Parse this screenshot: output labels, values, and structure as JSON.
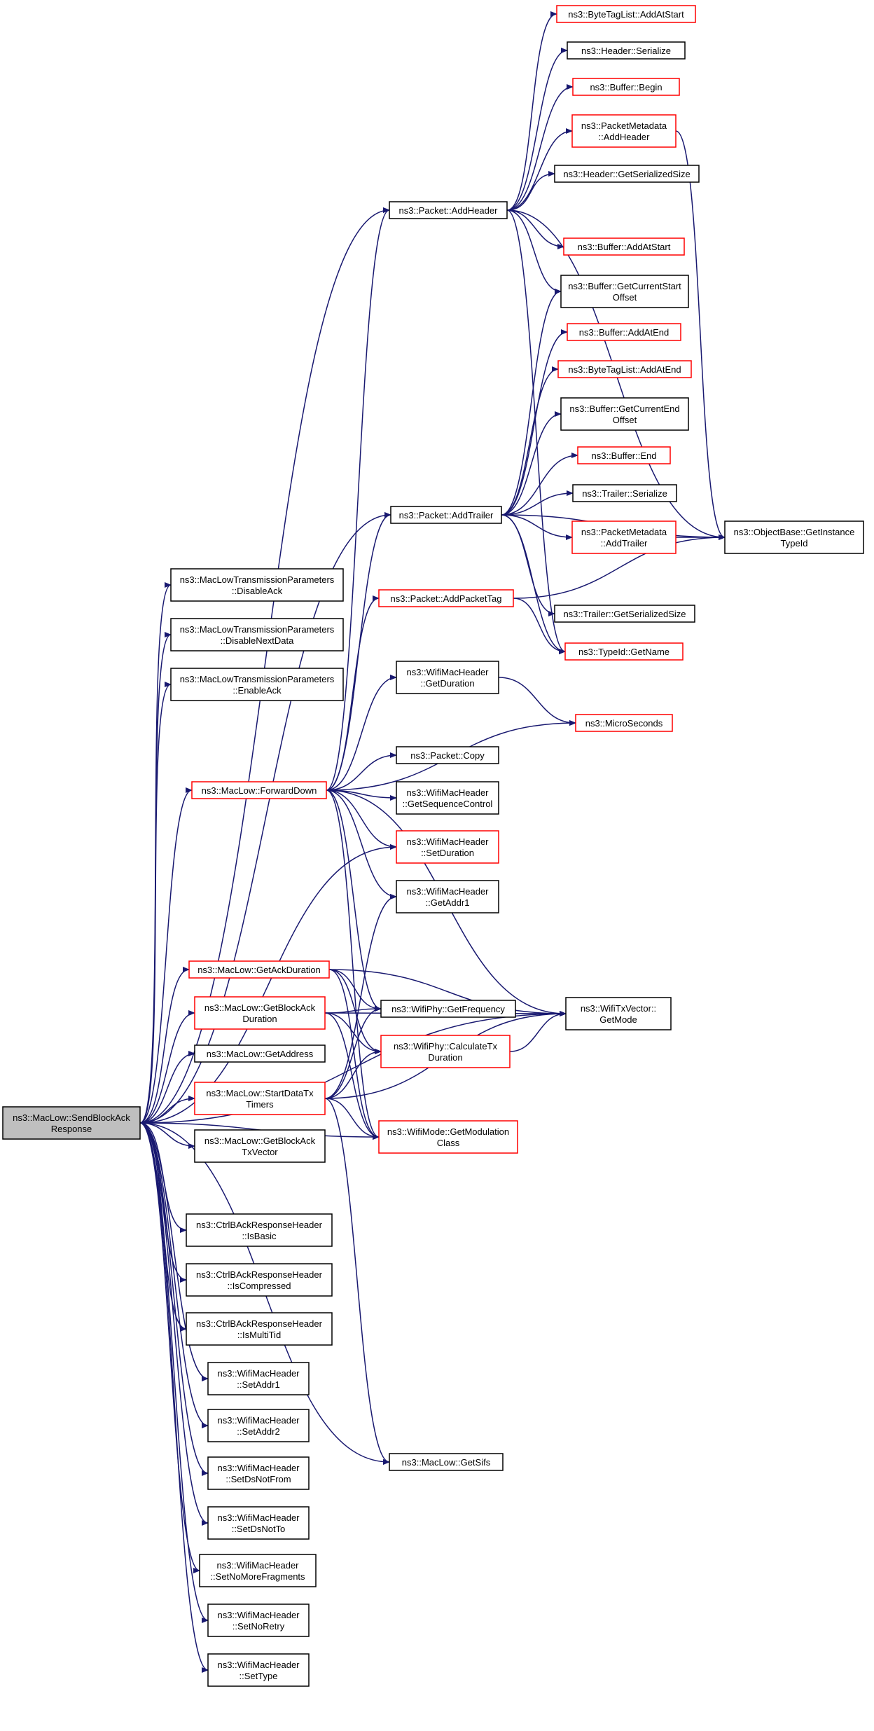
{
  "graph": {
    "edge_color": "#191970",
    "root_fill": "#bfbfbf",
    "linked_border": "#000000",
    "truncated_border": "#ff0000",
    "nodes": {
      "root": {
        "lines": [
          "ns3::MacLow::SendBlockAck",
          "Response"
        ],
        "style": "root"
      },
      "addHeader": {
        "lines": [
          "ns3::Packet::AddHeader"
        ],
        "style": "black"
      },
      "addTrailer": {
        "lines": [
          "ns3::Packet::AddTrailer"
        ],
        "style": "black"
      },
      "addPacketTag": {
        "lines": [
          "ns3::Packet::AddPacketTag"
        ],
        "style": "red"
      },
      "disableAck": {
        "lines": [
          "ns3::MacLowTransmissionParameters",
          "::DisableAck"
        ],
        "style": "black"
      },
      "disableNextData": {
        "lines": [
          "ns3::MacLowTransmissionParameters",
          "::DisableNextData"
        ],
        "style": "black"
      },
      "enableAck": {
        "lines": [
          "ns3::MacLowTransmissionParameters",
          "::EnableAck"
        ],
        "style": "black"
      },
      "forwardDown": {
        "lines": [
          "ns3::MacLow::ForwardDown"
        ],
        "style": "red"
      },
      "getAckDuration": {
        "lines": [
          "ns3::MacLow::GetAckDuration"
        ],
        "style": "red"
      },
      "getBlockAckDuration": {
        "lines": [
          "ns3::MacLow::GetBlockAck",
          "Duration"
        ],
        "style": "red"
      },
      "getAddress": {
        "lines": [
          "ns3::MacLow::GetAddress"
        ],
        "style": "black"
      },
      "startDataTxTimers": {
        "lines": [
          "ns3::MacLow::StartDataTx",
          "Timers"
        ],
        "style": "red"
      },
      "getBlockAckTxVector": {
        "lines": [
          "ns3::MacLow::GetBlockAck",
          "TxVector"
        ],
        "style": "black"
      },
      "isBasic": {
        "lines": [
          "ns3::CtrlBAckResponseHeader",
          "::IsBasic"
        ],
        "style": "black"
      },
      "isCompressed": {
        "lines": [
          "ns3::CtrlBAckResponseHeader",
          "::IsCompressed"
        ],
        "style": "black"
      },
      "isMultiTid": {
        "lines": [
          "ns3::CtrlBAckResponseHeader",
          "::IsMultiTid"
        ],
        "style": "black"
      },
      "setAddr1": {
        "lines": [
          "ns3::WifiMacHeader",
          "::SetAddr1"
        ],
        "style": "black"
      },
      "setAddr2": {
        "lines": [
          "ns3::WifiMacHeader",
          "::SetAddr2"
        ],
        "style": "black"
      },
      "setDsNotFrom": {
        "lines": [
          "ns3::WifiMacHeader",
          "::SetDsNotFrom"
        ],
        "style": "black"
      },
      "setDsNotTo": {
        "lines": [
          "ns3::WifiMacHeader",
          "::SetDsNotTo"
        ],
        "style": "black"
      },
      "setNoMoreFragments": {
        "lines": [
          "ns3::WifiMacHeader",
          "::SetNoMoreFragments"
        ],
        "style": "black"
      },
      "setNoRetry": {
        "lines": [
          "ns3::WifiMacHeader",
          "::SetNoRetry"
        ],
        "style": "black"
      },
      "setType": {
        "lines": [
          "ns3::WifiMacHeader",
          "::SetType"
        ],
        "style": "black"
      },
      "getSifs": {
        "lines": [
          "ns3::MacLow::GetSifs"
        ],
        "style": "black"
      },
      "byteTagAddAtStart": {
        "lines": [
          "ns3::ByteTagList::AddAtStart"
        ],
        "style": "red"
      },
      "headerSerialize": {
        "lines": [
          "ns3::Header::Serialize"
        ],
        "style": "black"
      },
      "bufferBegin": {
        "lines": [
          "ns3::Buffer::Begin"
        ],
        "style": "red"
      },
      "metaAddHeader": {
        "lines": [
          "ns3::PacketMetadata",
          "::AddHeader"
        ],
        "style": "red"
      },
      "headerGetSerializedSize": {
        "lines": [
          "ns3::Header::GetSerializedSize"
        ],
        "style": "black"
      },
      "bufferAddAtStart": {
        "lines": [
          "ns3::Buffer::AddAtStart"
        ],
        "style": "red"
      },
      "bufferGetCurrentStartOffset": {
        "lines": [
          "ns3::Buffer::GetCurrentStart",
          "Offset"
        ],
        "style": "black"
      },
      "bufferAddAtEnd": {
        "lines": [
          "ns3::Buffer::AddAtEnd"
        ],
        "style": "red"
      },
      "byteTagAddAtEnd": {
        "lines": [
          "ns3::ByteTagList::AddAtEnd"
        ],
        "style": "red"
      },
      "bufferGetCurrentEndOffset": {
        "lines": [
          "ns3::Buffer::GetCurrentEnd",
          "Offset"
        ],
        "style": "black"
      },
      "bufferEnd": {
        "lines": [
          "ns3::Buffer::End"
        ],
        "style": "red"
      },
      "trailerSerialize": {
        "lines": [
          "ns3::Trailer::Serialize"
        ],
        "style": "black"
      },
      "metaAddTrailer": {
        "lines": [
          "ns3::PacketMetadata",
          "::AddTrailer"
        ],
        "style": "red"
      },
      "objectBaseGetInstanceTypeId": {
        "lines": [
          "ns3::ObjectBase::GetInstance",
          "TypeId"
        ],
        "style": "black"
      },
      "trailerGetSerializedSize": {
        "lines": [
          "ns3::Trailer::GetSerializedSize"
        ],
        "style": "black"
      },
      "typeIdGetName": {
        "lines": [
          "ns3::TypeId::GetName"
        ],
        "style": "red"
      },
      "getDuration": {
        "lines": [
          "ns3::WifiMacHeader",
          "::GetDuration"
        ],
        "style": "black"
      },
      "microSeconds": {
        "lines": [
          "ns3::MicroSeconds"
        ],
        "style": "red"
      },
      "packetCopy": {
        "lines": [
          "ns3::Packet::Copy"
        ],
        "style": "black"
      },
      "getSequenceControl": {
        "lines": [
          "ns3::WifiMacHeader",
          "::GetSequenceControl"
        ],
        "style": "black"
      },
      "setDuration": {
        "lines": [
          "ns3::WifiMacHeader",
          "::SetDuration"
        ],
        "style": "red"
      },
      "getAddr1": {
        "lines": [
          "ns3::WifiMacHeader",
          "::GetAddr1"
        ],
        "style": "black"
      },
      "getFrequency": {
        "lines": [
          "ns3::WifiPhy::GetFrequency"
        ],
        "style": "black"
      },
      "calculateTxDuration": {
        "lines": [
          "ns3::WifiPhy::CalculateTx",
          "Duration"
        ],
        "style": "red"
      },
      "getModulationClass": {
        "lines": [
          "ns3::WifiMode::GetModulation",
          "Class"
        ],
        "style": "red"
      },
      "txVectorGetMode": {
        "lines": [
          "ns3::WifiTxVector::",
          "GetMode"
        ],
        "style": "black"
      }
    },
    "edges": [
      [
        "root",
        "addHeader"
      ],
      [
        "root",
        "addTrailer"
      ],
      [
        "root",
        "disableAck"
      ],
      [
        "root",
        "disableNextData"
      ],
      [
        "root",
        "enableAck"
      ],
      [
        "root",
        "forwardDown"
      ],
      [
        "root",
        "setDuration"
      ],
      [
        "root",
        "txVectorGetMode"
      ],
      [
        "root",
        "getAckDuration"
      ],
      [
        "root",
        "getBlockAckDuration"
      ],
      [
        "root",
        "getAddress"
      ],
      [
        "root",
        "startDataTxTimers"
      ],
      [
        "root",
        "getBlockAckTxVector"
      ],
      [
        "root",
        "getModulationClass"
      ],
      [
        "root",
        "isBasic"
      ],
      [
        "root",
        "isCompressed"
      ],
      [
        "root",
        "isMultiTid"
      ],
      [
        "root",
        "setAddr1"
      ],
      [
        "root",
        "setAddr2"
      ],
      [
        "root",
        "setDsNotFrom"
      ],
      [
        "root",
        "setDsNotTo"
      ],
      [
        "root",
        "setNoMoreFragments"
      ],
      [
        "root",
        "setNoRetry"
      ],
      [
        "root",
        "setType"
      ],
      [
        "root",
        "getSifs"
      ],
      [
        "addHeader",
        "byteTagAddAtStart"
      ],
      [
        "addHeader",
        "headerSerialize"
      ],
      [
        "addHeader",
        "bufferBegin"
      ],
      [
        "addHeader",
        "metaAddHeader"
      ],
      [
        "addHeader",
        "headerGetSerializedSize"
      ],
      [
        "addHeader",
        "bufferAddAtStart"
      ],
      [
        "addHeader",
        "bufferGetCurrentStartOffset"
      ],
      [
        "addHeader",
        "objectBaseGetInstanceTypeId"
      ],
      [
        "addHeader",
        "typeIdGetName"
      ],
      [
        "metaAddHeader",
        "objectBaseGetInstanceTypeId"
      ],
      [
        "addTrailer",
        "bufferGetCurrentStartOffset"
      ],
      [
        "addTrailer",
        "bufferAddAtEnd"
      ],
      [
        "addTrailer",
        "byteTagAddAtEnd"
      ],
      [
        "addTrailer",
        "bufferGetCurrentEndOffset"
      ],
      [
        "addTrailer",
        "bufferEnd"
      ],
      [
        "addTrailer",
        "trailerSerialize"
      ],
      [
        "addTrailer",
        "metaAddTrailer"
      ],
      [
        "addTrailer",
        "objectBaseGetInstanceTypeId"
      ],
      [
        "addTrailer",
        "trailerGetSerializedSize"
      ],
      [
        "addTrailer",
        "typeIdGetName"
      ],
      [
        "metaAddTrailer",
        "objectBaseGetInstanceTypeId"
      ],
      [
        "addPacketTag",
        "typeIdGetName"
      ],
      [
        "addPacketTag",
        "objectBaseGetInstanceTypeId"
      ],
      [
        "getDuration",
        "microSeconds"
      ],
      [
        "forwardDown",
        "addHeader"
      ],
      [
        "forwardDown",
        "addTrailer"
      ],
      [
        "forwardDown",
        "addPacketTag"
      ],
      [
        "forwardDown",
        "getDuration"
      ],
      [
        "forwardDown",
        "microSeconds"
      ],
      [
        "forwardDown",
        "txVectorGetMode"
      ],
      [
        "forwardDown",
        "packetCopy"
      ],
      [
        "forwardDown",
        "getSequenceControl"
      ],
      [
        "forwardDown",
        "setDuration"
      ],
      [
        "forwardDown",
        "getAddr1"
      ],
      [
        "forwardDown",
        "getFrequency"
      ],
      [
        "forwardDown",
        "getModulationClass"
      ],
      [
        "getAckDuration",
        "txVectorGetMode"
      ],
      [
        "getAckDuration",
        "getFrequency"
      ],
      [
        "getAckDuration",
        "calculateTxDuration"
      ],
      [
        "getAckDuration",
        "getModulationClass"
      ],
      [
        "getBlockAckDuration",
        "getFrequency"
      ],
      [
        "getBlockAckDuration",
        "calculateTxDuration"
      ],
      [
        "getBlockAckDuration",
        "txVectorGetMode"
      ],
      [
        "getBlockAckDuration",
        "getModulationClass"
      ],
      [
        "startDataTxTimers",
        "getAddr1"
      ],
      [
        "startDataTxTimers",
        "getFrequency"
      ],
      [
        "startDataTxTimers",
        "calculateTxDuration"
      ],
      [
        "startDataTxTimers",
        "getModulationClass"
      ],
      [
        "startDataTxTimers",
        "txVectorGetMode"
      ],
      [
        "startDataTxTimers",
        "getSifs"
      ],
      [
        "calculateTxDuration",
        "txVectorGetMode"
      ]
    ]
  }
}
